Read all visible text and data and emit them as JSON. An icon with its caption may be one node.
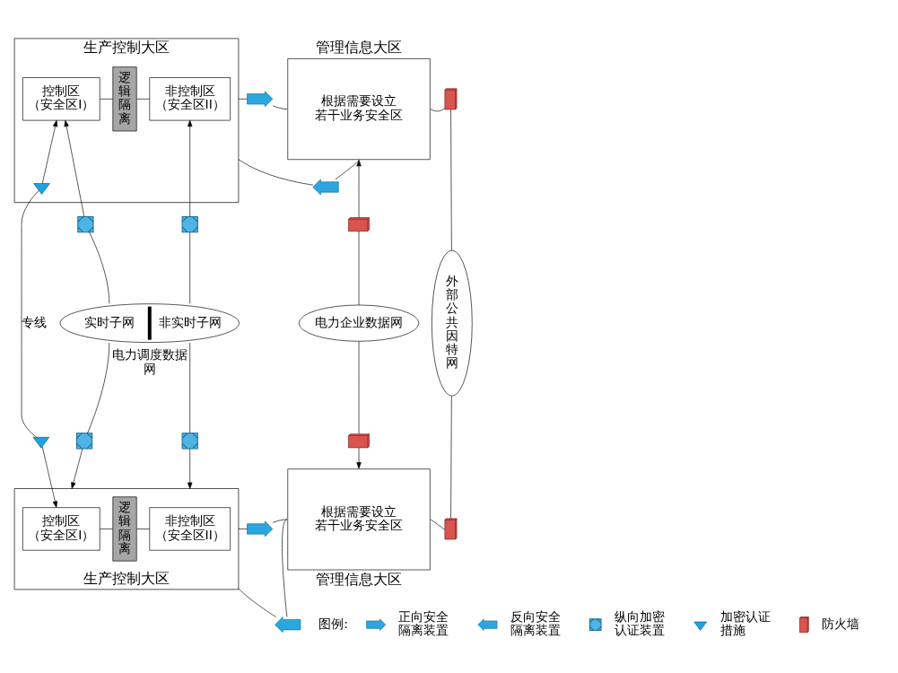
{
  "diagram": {
    "nodes": [
      {
        "text": [
          "生产控制大区"
        ]
      },
      {
        "text": [
          "控制区（安全区I）"
        ],
        "in": 0
      },
      {
        "text": [
          "逻辑隔离"
        ],
        "in": 0
      },
      {
        "text": [
          "非控制区（安全区II）"
        ],
        "in": 0
      },
      {
        "text": [
          "管理信息大区",
          "根据需要设立若干业务安全区"
        ]
      },
      {
        "text": [
          "外部公共因特网"
        ]
      },
      {
        "text": [],
        "shape": "picture"
      },
      {
        "text": [],
        "shape": "picture"
      },
      {
        "text": [],
        "shape": "picture"
      },
      {
        "text": [],
        "shape": "triangle",
        "in": 0
      },
      {
        "text": [],
        "shape": "picture"
      },
      {
        "text": [],
        "shape": "picture"
      },
      {
        "text": [],
        "shape": "picture"
      },
      {
        "text": [
          "实时子网",
          "非实时子网"
        ],
        "beside": [
          "电力调度数据网"
        ]
      },
      {
        "text": [
          "电力企业数据网"
        ]
      },
      {
        "text": [],
        "shape": "picture"
      },
      {
        "text": [],
        "shape": "picture"
      },
      {
        "text": [],
        "shape": "picture"
      },
      {
        "text": [],
        "shape": "triangle"
      },
      {
        "text": [
          "生产控制大区"
        ]
      },
      {
        "text": [
          "控制区（安全区I）"
        ],
        "in": 19
      },
      {
        "text": [
          "逻辑隔离"
        ],
        "in": 19
      },
      {
        "text": [
          "非控制区（安全区II）"
        ],
        "in": 19
      },
      {
        "text": [
          "根据需要设立若干业务安全区",
          "管理信息大区"
        ]
      },
      {
        "text": [],
        "shape": "picture"
      },
      {
        "text": [],
        "shape": "picture"
      },
      {
        "text": [],
        "shape": "picture"
      }
    ],
    "edges": [
      {
        "from": 1,
        "to": 2,
        "arrow": "none"
      },
      {
        "from": 2,
        "to": 3,
        "arrow": "none"
      },
      {
        "from": 0,
        "to": 6,
        "arrow": "none"
      },
      {
        "from": 6,
        "to": 4,
        "arrow": "none"
      },
      {
        "from": 4,
        "to": 8,
        "arrow": "none"
      },
      {
        "from": 8,
        "to": 0,
        "arrow": "none"
      },
      {
        "from": 4,
        "to": 7,
        "arrow": "none"
      },
      {
        "from": 7,
        "to": 5,
        "arrow": "none"
      },
      {
        "from": 9,
        "to": 1,
        "arrow": "to"
      },
      {
        "from": 9,
        "to": 18,
        "arrow": "none",
        "label": "专线"
      },
      {
        "from": 18,
        "to": 20,
        "arrow": "to"
      },
      {
        "from": 10,
        "to": 1,
        "arrow": "to"
      },
      {
        "from": 10,
        "to": 13,
        "arrow": "none"
      },
      {
        "from": 13,
        "to": 15,
        "arrow": "none"
      },
      {
        "from": 15,
        "to": 19,
        "arrow": "to"
      },
      {
        "from": 11,
        "to": 3,
        "arrow": "to"
      },
      {
        "from": 11,
        "to": 13,
        "arrow": "none"
      },
      {
        "from": 13,
        "to": 16,
        "arrow": "none"
      },
      {
        "from": 16,
        "to": 19,
        "arrow": "to"
      },
      {
        "from": 12,
        "to": 4,
        "arrow": "to"
      },
      {
        "from": 12,
        "to": 14,
        "arrow": "none"
      },
      {
        "from": 14,
        "to": 17,
        "arrow": "none"
      },
      {
        "from": 17,
        "to": 23,
        "arrow": "to"
      },
      {
        "from": 20,
        "to": 21,
        "arrow": "none"
      },
      {
        "from": 21,
        "to": 22,
        "arrow": "none"
      },
      {
        "from": 19,
        "to": 24,
        "arrow": "none"
      },
      {
        "from": 24,
        "to": 23,
        "arrow": "none"
      },
      {
        "from": 23,
        "to": 26,
        "arrow": "none"
      },
      {
        "from": 26,
        "to": 19,
        "arrow": "none"
      },
      {
        "from": 23,
        "to": 25,
        "arrow": "none"
      },
      {
        "from": 25,
        "to": 5,
        "arrow": "none"
      }
    ],
    "labels": [
      "图例:"
    ],
    "legend": [
      {
        "text": "正向安全隔离装置"
      },
      {
        "text": "反向安全隔离装置"
      },
      {
        "text": "纵向加密认证装置"
      },
      {
        "text": "加密认证措施"
      },
      {
        "text": "防火墙"
      }
    ]
  }
}
